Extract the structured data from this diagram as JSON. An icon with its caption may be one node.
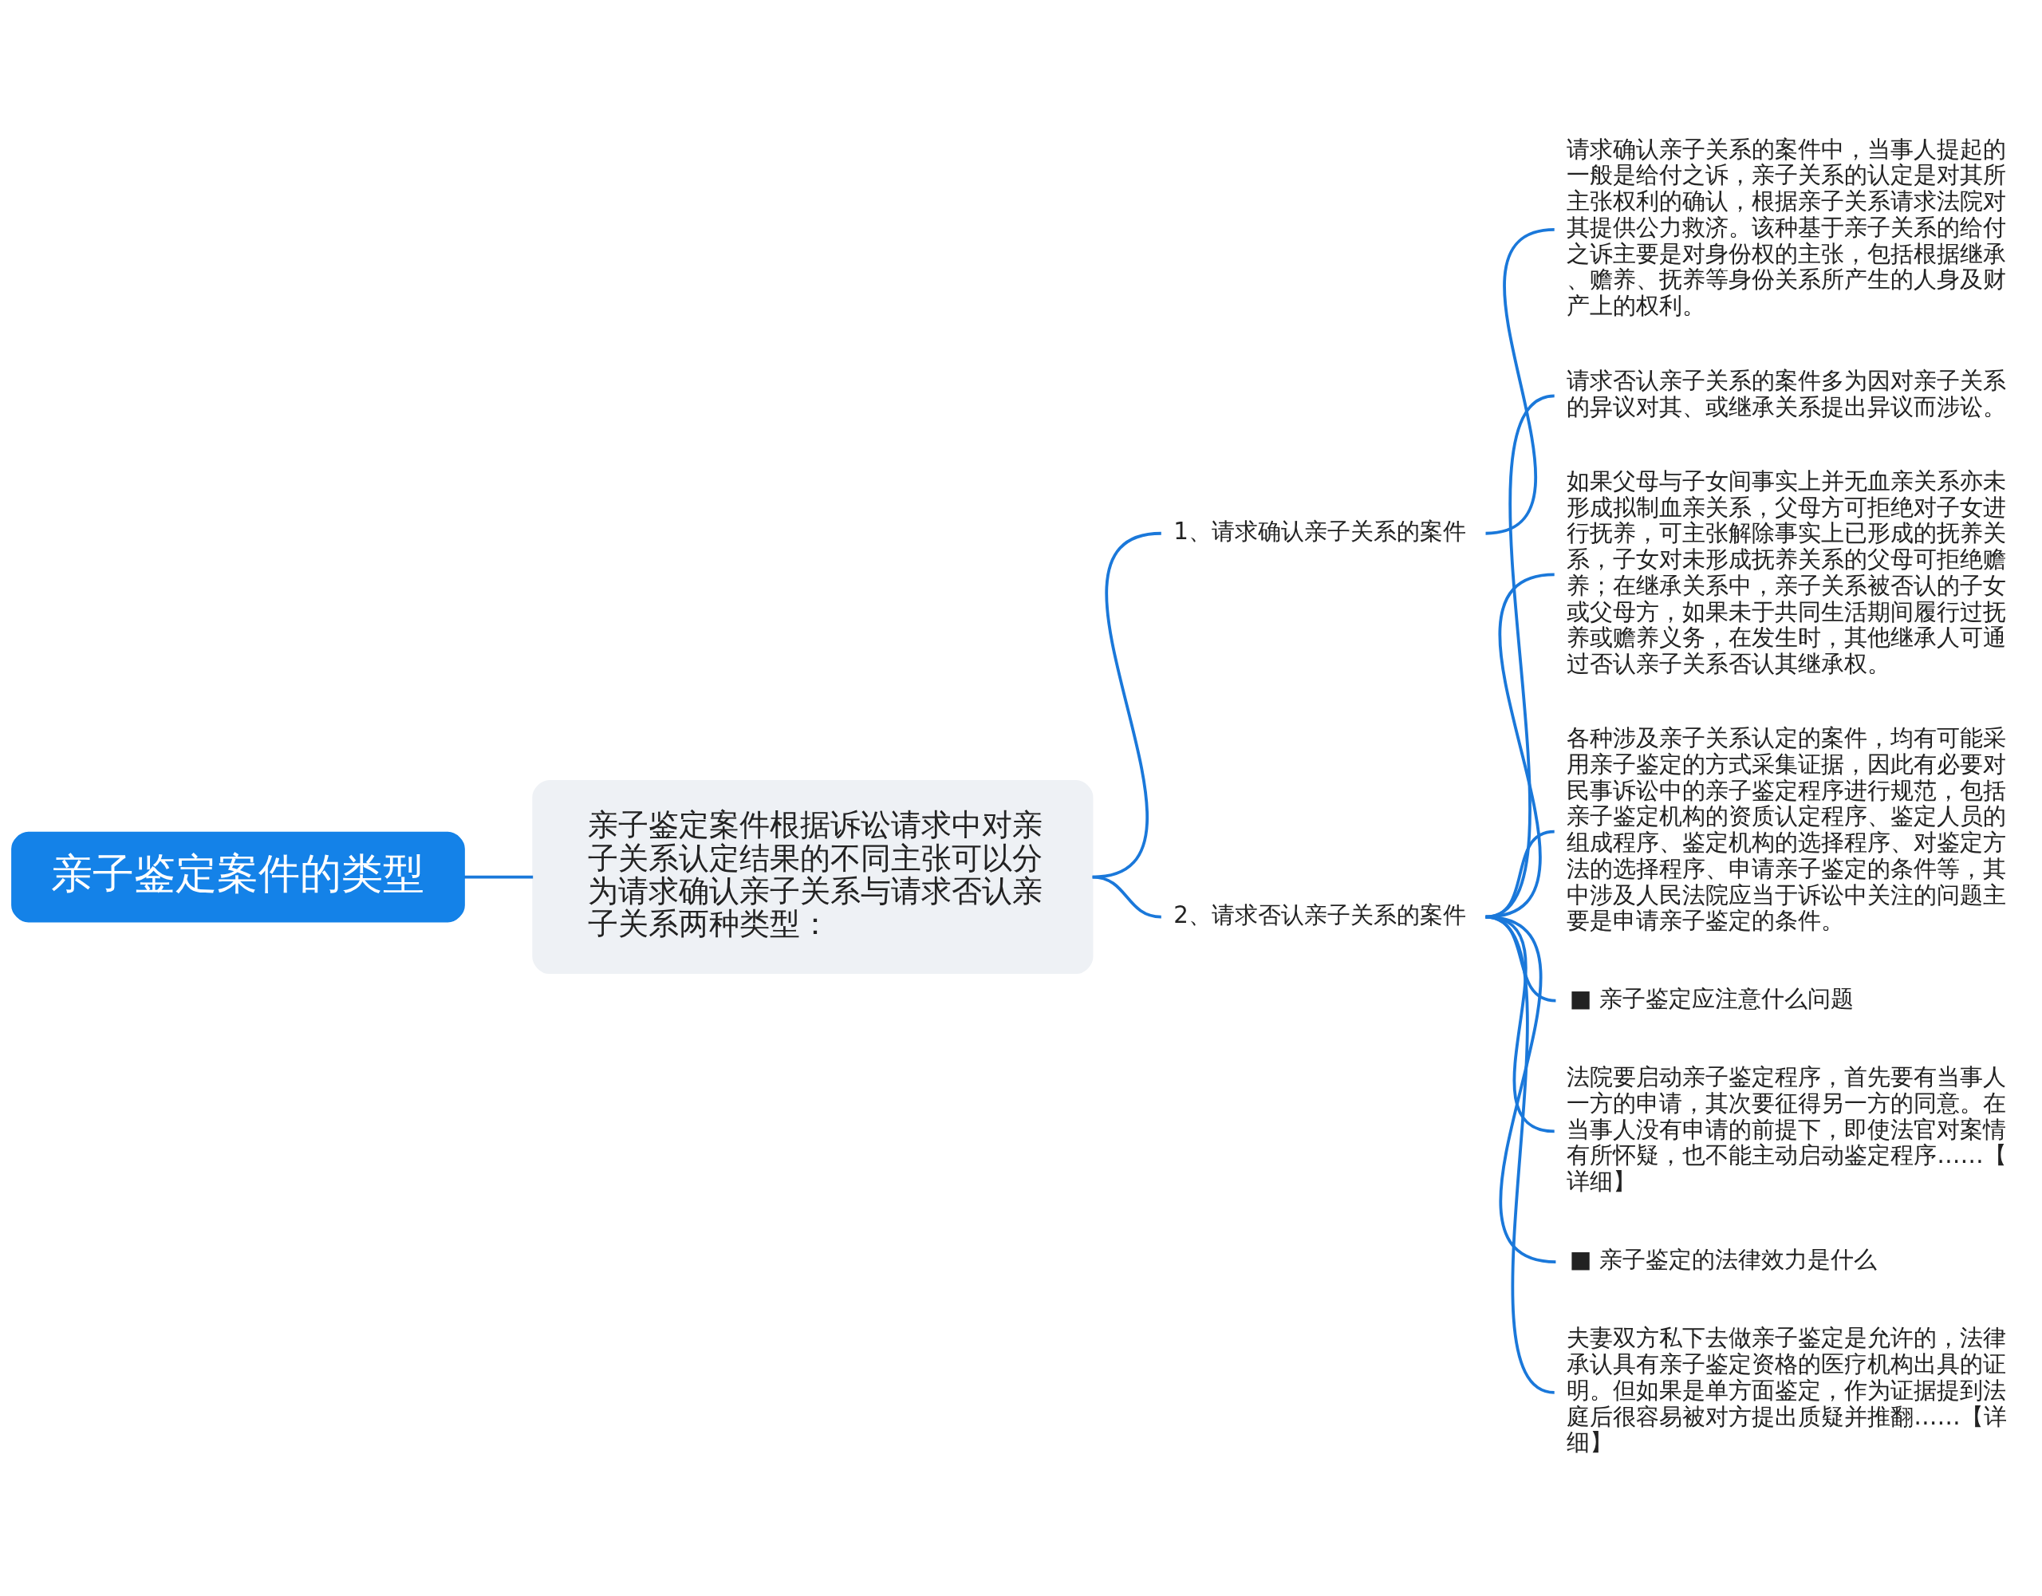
{
  "diagram": {
    "nodes": [
      {
        "text": [
          "亲子鉴定案件的类型"
        ]
      },
      {
        "text": [
          "亲子鉴定案件根据诉讼请求中对亲子关系认定结果的不同主张可以分为请求确认亲子关系与请求否认亲子关系两种类型："
        ]
      },
      {
        "text": [
          "1、请求确认亲子关系的案件"
        ]
      },
      {
        "text": [
          "请求确认亲子关系的案件中，当事人提起的一般是给付之诉，亲子关系的认定是对其所主张权利的确认，根据亲子关系请求法院对其提供公力救济。该种基于亲子关系的给付之诉主要是对身份权的主张，包括根据继承、赡养、抚养等身份关系所产生的人身及财产上的权利。"
        ]
      },
      {
        "text": [
          "2、请求否认亲子关系的案件"
        ]
      },
      {
        "text": [
          "请求否认亲子关系的案件多为因对亲子关系的异议对其、或继承关系提出异议而涉讼。"
        ]
      },
      {
        "text": [
          "如果父母与子女间事实上并无血亲关系亦未形成拟制血亲关系，父母方可拒绝对子女进行抚养，可主张解除事实上已形成的抚养关系，子女对未形成抚养关系的父母可拒绝赡养；在继承关系中，亲子关系被否认的子女或父母方，如果未于共同生活期间履行过抚养或赡养义务，在发生时，其他继承人可通过否认亲子关系否认其继承权。"
        ]
      },
      {
        "text": [
          "各种涉及亲子关系认定的案件，均有可能采用亲子鉴定的方式采集证据，因此有必要对民事诉讼中的亲子鉴定程序进行规范，包括亲子鉴定机构的资质认定程序、鉴定人员的组成程序、鉴定机构的选择程序、对鉴定方法的选择程序、申请亲子鉴定的条件等，其中涉及人民法院应当于诉讼中关注的问题主要是申请亲子鉴定的条件。"
        ]
      },
      {
        "text": [
          "■ 亲子鉴定应注意什么问题"
        ]
      },
      {
        "text": [
          "法院要启动亲子鉴定程序，首先要有当事人一方的申请，其次要征得另一方的同意。在当事人没有申请的前提下，即使法官对案情有所怀疑，也不能主动启动鉴定程序……【详细】"
        ]
      },
      {
        "text": [
          "■ 亲子鉴定的法律效力是什么"
        ]
      },
      {
        "text": [
          "夫妻双方私下去做亲子鉴定是允许的，法律承认具有亲子鉴定资格的医疗机构出具的证明。但如果是单方面鉴定，作为证据提到法庭后很容易被对方提出质疑并推翻……【详细】"
        ]
      }
    ],
    "edges": [
      {
        "from": 0,
        "to": 1,
        "arrow": "none"
      },
      {
        "from": 1,
        "to": 2,
        "arrow": "none"
      },
      {
        "from": 1,
        "to": 4,
        "arrow": "none"
      },
      {
        "from": 2,
        "to": 3,
        "arrow": "none"
      },
      {
        "from": 4,
        "to": 5,
        "arrow": "none"
      },
      {
        "from": 4,
        "to": 6,
        "arrow": "none"
      },
      {
        "from": 4,
        "to": 7,
        "arrow": "none"
      },
      {
        "from": 4,
        "to": 8,
        "arrow": "none"
      },
      {
        "from": 4,
        "to": 9,
        "arrow": "none"
      },
      {
        "from": 4,
        "to": 10,
        "arrow": "none"
      },
      {
        "from": 4,
        "to": 11,
        "arrow": "none"
      }
    ]
  }
}
